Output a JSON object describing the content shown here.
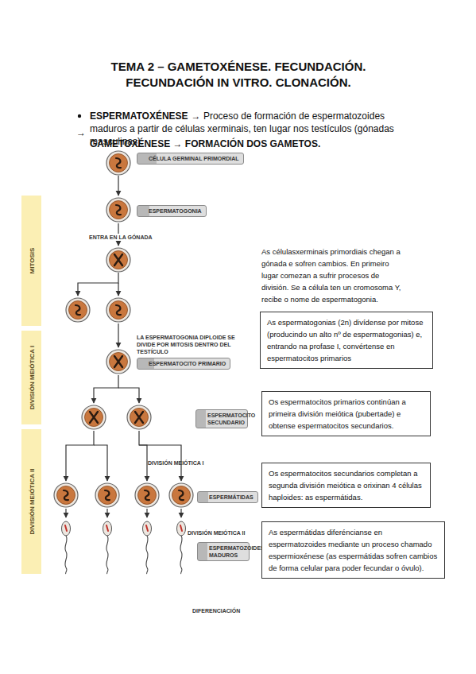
{
  "diagram": {
    "title": "TEMA 2 – GAMETOXÉNESE. FECUNDACIÓN. FECUNDACIÓN IN VITRO. CLONACIÓN.",
    "nodes": [
      {
        "text": [
          "CÉLULA GERMINAL PRIMORDIAL"
        ]
      },
      {
        "text": [
          "ESPERMATOGONIA"
        ]
      },
      {
        "text": [
          "MITOSIS"
        ]
      },
      {
        "text": [
          "As espermatogonias (2n) divídense por mitose (producindo un alto nº de espermatogonias) e, entrando na profase I, convértense en espermatocitos primarios"
        ]
      },
      {
        "text": [
          "ESPERMATOCITO PRIMARIO"
        ]
      },
      {
        "text": [
          "DIVISIÓN MEIÓTICA I"
        ]
      },
      {
        "text": [
          "ESPERMATOCITO SECUNDARIO"
        ]
      },
      {
        "text": [
          "Os espermatocitos primarios continúan a primeira división meiótica (pubertade) e obtense espermatocitos secundarios."
        ]
      },
      {
        "text": [
          "DIVISIÓN MEIÓTICA II"
        ]
      },
      {
        "text": [
          "ESPERMÁTIDAS"
        ]
      },
      {
        "text": [
          "Os espermatocitos secundarios completan a segunda división meiótica e orixinan 4 células haploides: as espermátidas."
        ]
      },
      {
        "text": [
          "ESPERMATOZOIDES MADUROS"
        ]
      },
      {
        "text": [
          "As espermátidas diferéncianse en espermatozoides mediante un proceso chamado espermioxénese (as espermátidas sofren cambios de forma celular para poder fecundar o óvulo)."
        ]
      }
    ],
    "labels": [
      "→",
      "GAMETOXÉNESE → FORMACIÓN DOS GAMETOS.",
      "ESPERMATOXÉNESE",
      "→ Proceso de formación de espermatozoides maduros a partir de células xerminais, ten lugar nos testículos (gónadas masculinas).",
      "ENTRA EN LA GÓNADA",
      "LA ESPERMATOGONIA DIPLOIDE SE DIVIDE POR MITOSIS DENTRO DEL TESTÍCULO",
      "DIVISIÓN MEIÓTICA I",
      "DIVISIÓN MEIÓTICA II",
      "DIFERENCIACIÓN",
      "As célulasxerminais primordiais chegan a gónada e sofren cambios. En primeiro lugar comezan a sufrir procesos de división. Se a célula ten un cromosoma Y, recibe o nome de espermatogonia.",
      "1"
    ]
  }
}
